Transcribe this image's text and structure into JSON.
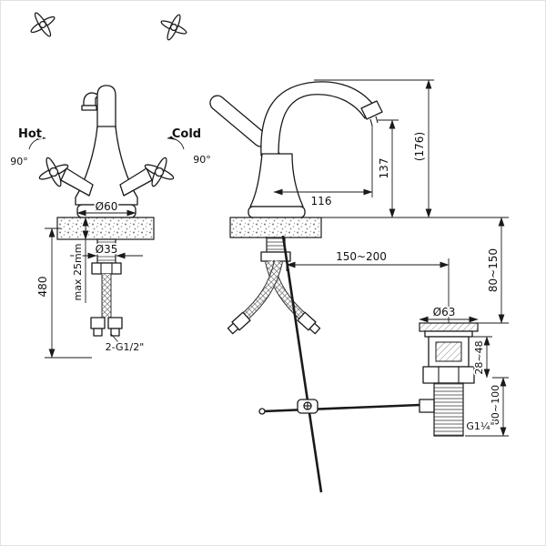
{
  "drawing": {
    "title": "Basin mixer faucet installation dimension drawing",
    "front_view": {
      "hot_label": "Hot",
      "cold_label": "Cold",
      "hot_angle": "90°",
      "cold_angle": "90°",
      "base_diameter": "Ø60",
      "shank_diameter": "Ø35",
      "hose_length": "480",
      "deck_thickness": "max 25mm",
      "hose_thread": "2-G1/2\""
    },
    "side_view": {
      "spout_height": "137",
      "overall_height": "(176)",
      "spout_reach": "116",
      "rod_to_drain": "150~200",
      "deck_to_drain": "80~150",
      "drain_flange_diameter": "Ø63",
      "clamp_range": "28~48",
      "tailpiece_range": "80~100",
      "drain_thread": "G1¼\""
    }
  }
}
